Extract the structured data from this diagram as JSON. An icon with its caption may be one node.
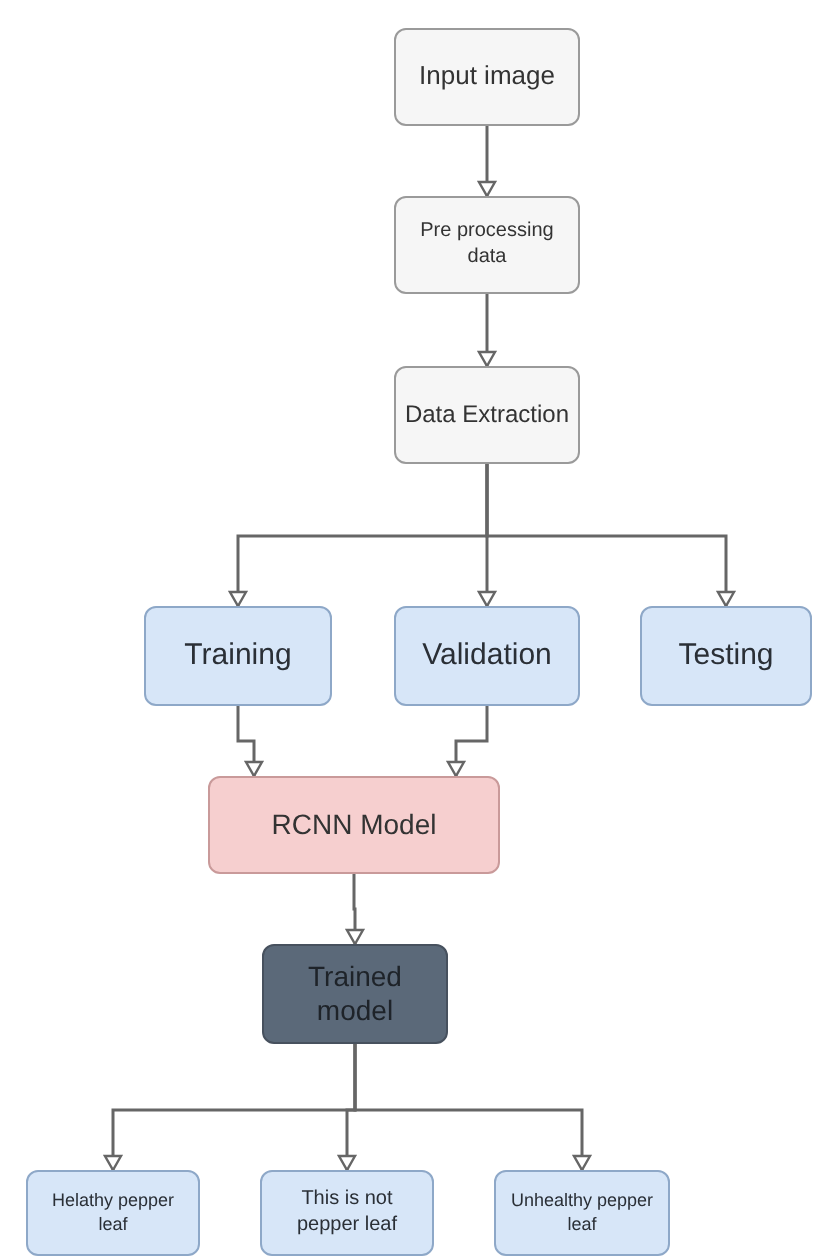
{
  "diagram": {
    "nodes": [
      {
        "text": [
          "Input image"
        ]
      },
      {
        "text": [
          "Pre processing data"
        ]
      },
      {
        "text": [
          "Data Extraction"
        ]
      },
      {
        "text": [
          "Training"
        ]
      },
      {
        "text": [
          "Validation"
        ]
      },
      {
        "text": [
          "Testing"
        ]
      },
      {
        "text": [
          "RCNN Model"
        ]
      },
      {
        "text": [
          "Trained model"
        ]
      },
      {
        "text": [
          "Helathy pepper leaf"
        ]
      },
      {
        "text": [
          "This is not pepper leaf"
        ]
      },
      {
        "text": [
          "Unhealthy pepper leaf"
        ]
      }
    ],
    "edges": [
      {
        "from": 0,
        "to": 1,
        "arrow": "to"
      },
      {
        "from": 1,
        "to": 2,
        "arrow": "to"
      },
      {
        "from": 2,
        "to": 3,
        "arrow": "to"
      },
      {
        "from": 2,
        "to": 4,
        "arrow": "to"
      },
      {
        "from": 2,
        "to": 5,
        "arrow": "to"
      },
      {
        "from": 3,
        "to": 6,
        "arrow": "to"
      },
      {
        "from": 4,
        "to": 6,
        "arrow": "to"
      },
      {
        "from": 6,
        "to": 7,
        "arrow": "to"
      },
      {
        "from": 7,
        "to": 8,
        "arrow": "to"
      },
      {
        "from": 7,
        "to": 9,
        "arrow": "to"
      },
      {
        "from": 7,
        "to": 10,
        "arrow": "to"
      }
    ]
  }
}
